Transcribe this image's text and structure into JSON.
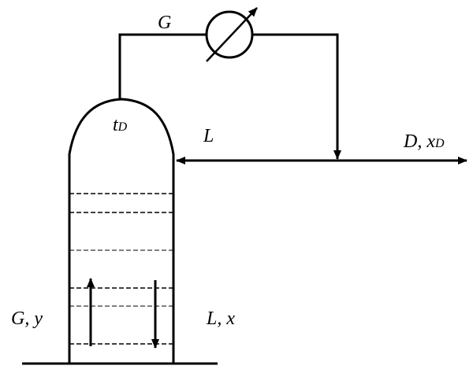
{
  "labels": {
    "top_stream": "G",
    "top_temperature": {
      "main": "t",
      "sub": "D"
    },
    "reflux": "L",
    "distillate": {
      "main": "D, x",
      "sub": "D"
    },
    "vapor_stream": "G, y",
    "liquid_stream": "L, x"
  },
  "colors": {
    "stroke": "#000000",
    "background": "#ffffff"
  },
  "icons": {
    "condenser": "condenser-symbol-icon"
  }
}
